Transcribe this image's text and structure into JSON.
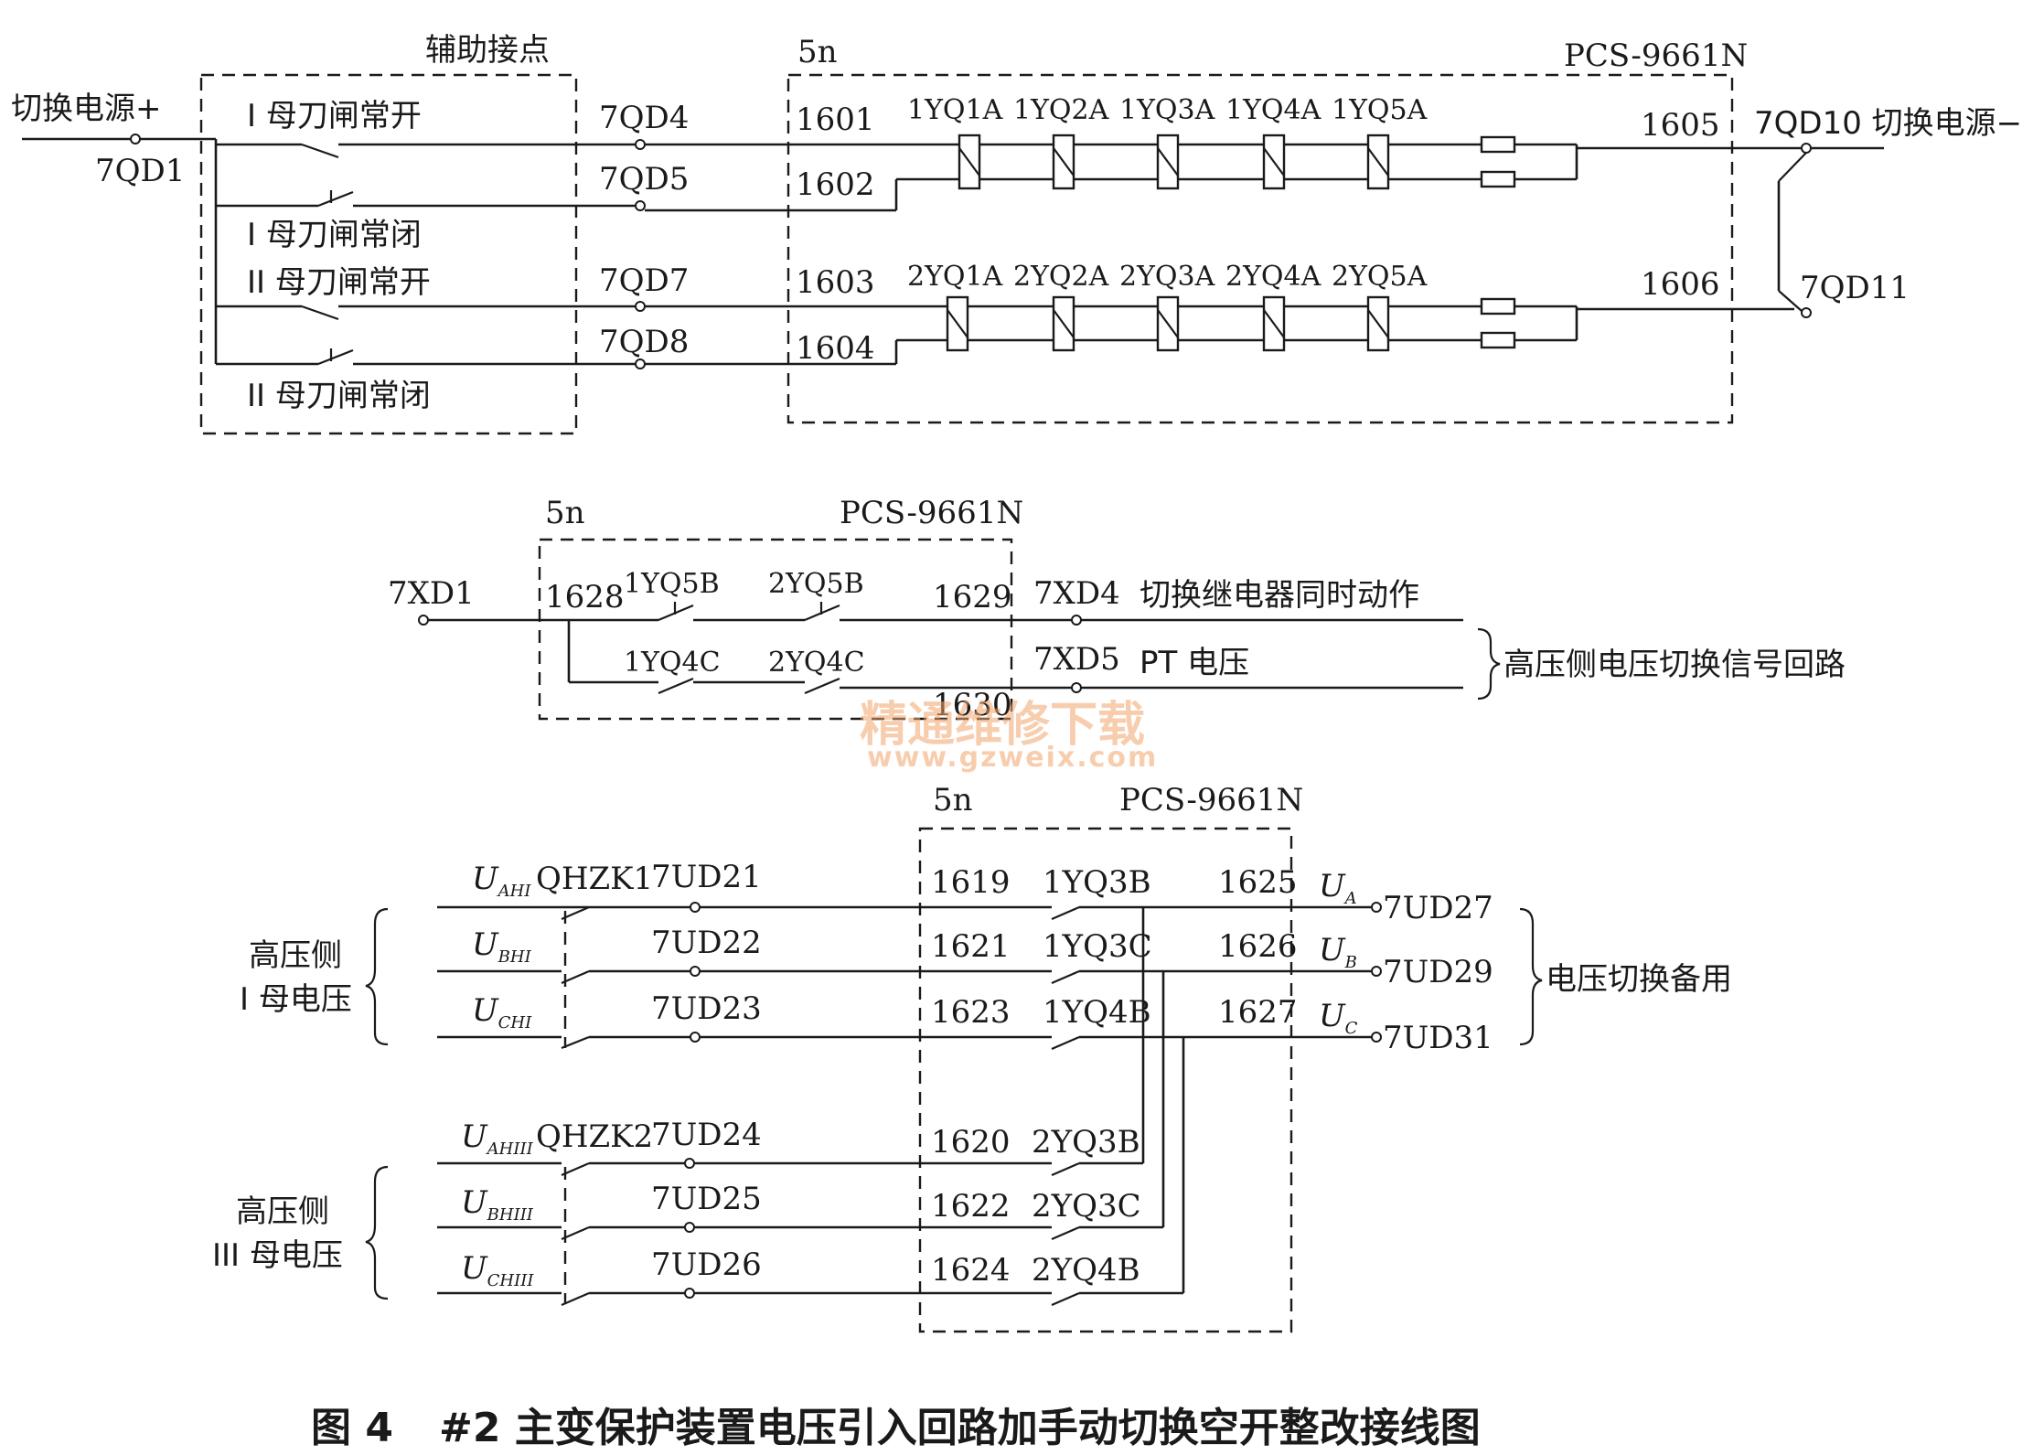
{
  "top": {
    "aux_title": "辅助接点",
    "box_5n": "5n",
    "box_pcs": "PCS-9661N",
    "src_plus": "切换电源+",
    "src_plus_term": "7QD1",
    "src_minus": "7QD10 切换电源−",
    "term_7qd11": "7QD11",
    "contact_labels": [
      "I 母刀闸常开",
      "I 母刀闸常闭",
      "II 母刀闸常开",
      "II 母刀闸常闭"
    ],
    "terminals": [
      "7QD4",
      "7QD5",
      "7QD7",
      "7QD8"
    ],
    "pins_in": [
      "1601",
      "1602",
      "1603",
      "1604"
    ],
    "pins_out": [
      "1605",
      "1606"
    ],
    "coils_row1": [
      "1YQ1A",
      "1YQ2A",
      "1YQ3A",
      "1YQ4A",
      "1YQ5A"
    ],
    "coils_row2": [
      "2YQ1A",
      "2YQ2A",
      "2YQ3A",
      "2YQ4A",
      "2YQ5A"
    ]
  },
  "mid": {
    "box_5n": "5n",
    "box_pcs": "PCS-9661N",
    "term_in": "7XD1",
    "pin_in": "1628",
    "contacts_top": [
      "1YQ5B",
      "2YQ5B"
    ],
    "contacts_bot": [
      "1YQ4C",
      "2YQ4C"
    ],
    "pin_out1": "1629",
    "pin_out2": "1630",
    "term_out1": "7XD4",
    "term_out2": "7XD5",
    "desc1": "切换继电器同时动作",
    "desc2": "PT 电压",
    "brace_label": "高压侧电压切换信号回路"
  },
  "bot": {
    "box_5n": "5n",
    "box_pcs": "PCS-9661N",
    "group1_label": [
      "高压侧",
      "I 母电压"
    ],
    "group2_label": [
      "高压侧",
      "III 母电压"
    ],
    "breaker1": "QHZK1",
    "breaker2": "QHZK2",
    "u_main": [
      "U",
      "U",
      "U",
      "U",
      "U",
      "U"
    ],
    "u_subs": [
      "AHI",
      "BHI",
      "CHI",
      "AHIII",
      "BHIII",
      "CHIII"
    ],
    "terms_left": [
      "7UD21",
      "7UD22",
      "7UD23",
      "7UD24",
      "7UD25",
      "7UD26"
    ],
    "pins_left": [
      "1619",
      "1621",
      "1623",
      "1620",
      "1622",
      "1624"
    ],
    "contacts": [
      "1YQ3B",
      "1YQ3C",
      "1YQ4B",
      "2YQ3B",
      "2YQ3C",
      "2YQ4B"
    ],
    "pins_right": [
      "1625",
      "1626",
      "1627"
    ],
    "u_out_main": [
      "U",
      "U",
      "U"
    ],
    "u_out_subs": [
      "A",
      "B",
      "C"
    ],
    "terms_right": [
      "7UD27",
      "7UD29",
      "7UD31"
    ],
    "brace_label": "电压切换备用"
  },
  "watermark": {
    "cn": "精通维修下载",
    "url": "www.gzweix.com"
  },
  "caption": {
    "fig": "图 4",
    "text": "#2 主变保护装置电压引入回路加手动切换空开整改接线图"
  }
}
